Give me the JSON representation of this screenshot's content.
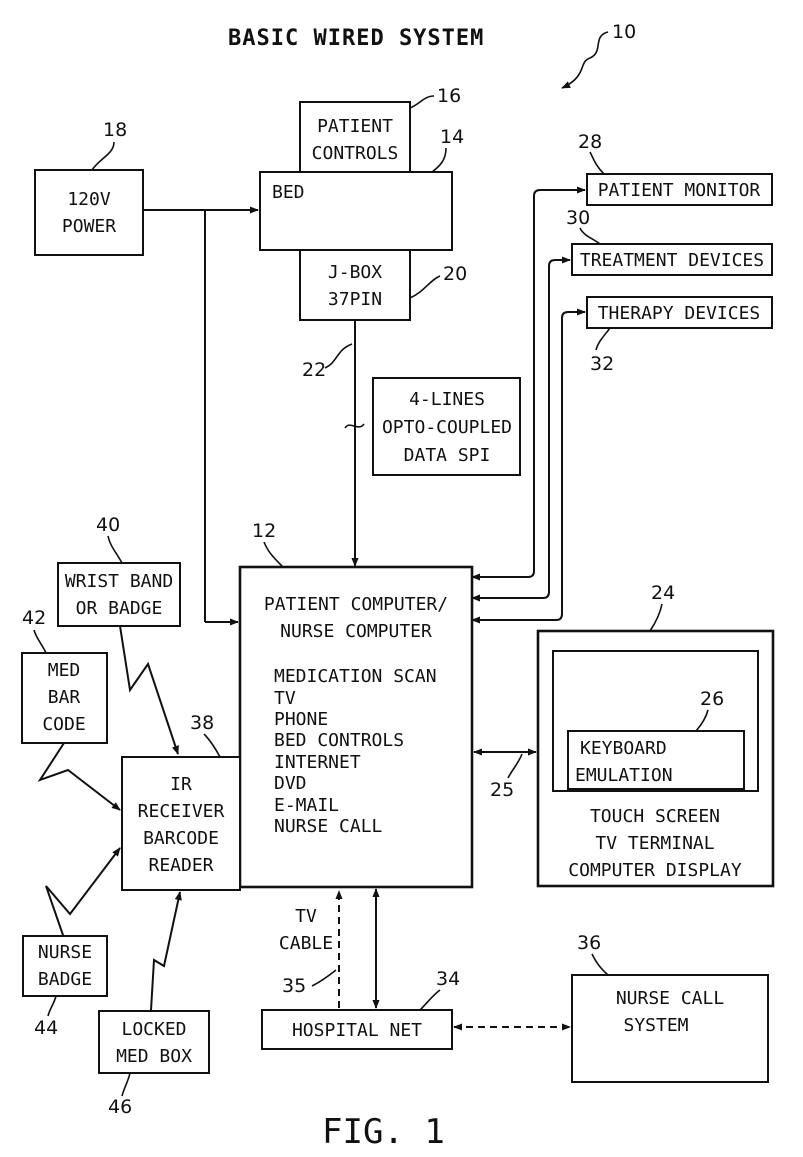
{
  "title": "BASIC WIRED SYSTEM",
  "figure_label": "FIG. 1",
  "system_ref": "10",
  "blocks": {
    "patient_controls": {
      "ref": "16",
      "lines": [
        "PATIENT",
        "CONTROLS"
      ]
    },
    "bed": {
      "ref": "14",
      "lines": [
        "BED"
      ]
    },
    "jbox": {
      "ref": "20",
      "lines": [
        "J-BOX",
        "37PIN"
      ]
    },
    "power": {
      "ref": "18",
      "lines": [
        "120V",
        "POWER"
      ]
    },
    "patient_monitor": {
      "ref": "28",
      "lines": [
        "PATIENT MONITOR"
      ]
    },
    "treatment_devices": {
      "ref": "30",
      "lines": [
        "TREATMENT DEVICES"
      ]
    },
    "therapy_devices": {
      "ref": "32",
      "lines": [
        "THERAPY DEVICES"
      ]
    },
    "data_link_note": {
      "lines": [
        "4-LINES",
        "OPTO-COUPLED",
        "DATA SPI"
      ]
    },
    "patient_computer": {
      "ref": "12",
      "heading": [
        "PATIENT COMPUTER/",
        "NURSE COMPUTER"
      ],
      "functions": [
        "MEDICATION SCAN",
        "TV",
        "PHONE",
        "BED CONTROLS",
        "INTERNET",
        "DVD",
        "E-MAIL",
        "NURSE CALL"
      ]
    },
    "wrist_band": {
      "ref": "40",
      "lines": [
        "WRIST BAND",
        "OR BADGE"
      ]
    },
    "med_bar_code": {
      "ref": "42",
      "lines": [
        "MED",
        "BAR",
        "CODE"
      ]
    },
    "ir_receiver": {
      "ref": "38",
      "lines": [
        "IR",
        "RECEIVER",
        "BARCODE",
        "READER"
      ]
    },
    "nurse_badge": {
      "ref": "44",
      "lines": [
        "NURSE",
        "BADGE"
      ]
    },
    "locked_med_box": {
      "ref": "46",
      "lines": [
        "LOCKED",
        "MED BOX"
      ]
    },
    "touch_screen": {
      "ref": "24",
      "lines": [
        "TOUCH SCREEN",
        "TV TERMINAL",
        "COMPUTER DISPLAY"
      ]
    },
    "keyboard_emulation": {
      "ref": "26",
      "lines": [
        "KEYBOARD",
        "EMULATION"
      ]
    },
    "hospital_net": {
      "ref": "34",
      "lines": [
        "HOSPITAL NET"
      ]
    },
    "nurse_call_system": {
      "ref": "36",
      "lines": [
        "NURSE CALL",
        "SYSTEM"
      ]
    }
  },
  "connections": {
    "spi_link": {
      "ref": "22"
    },
    "display_link": {
      "ref": "25"
    },
    "tv_cable": {
      "ref": "35",
      "lines": [
        "TV",
        "CABLE"
      ]
    }
  }
}
